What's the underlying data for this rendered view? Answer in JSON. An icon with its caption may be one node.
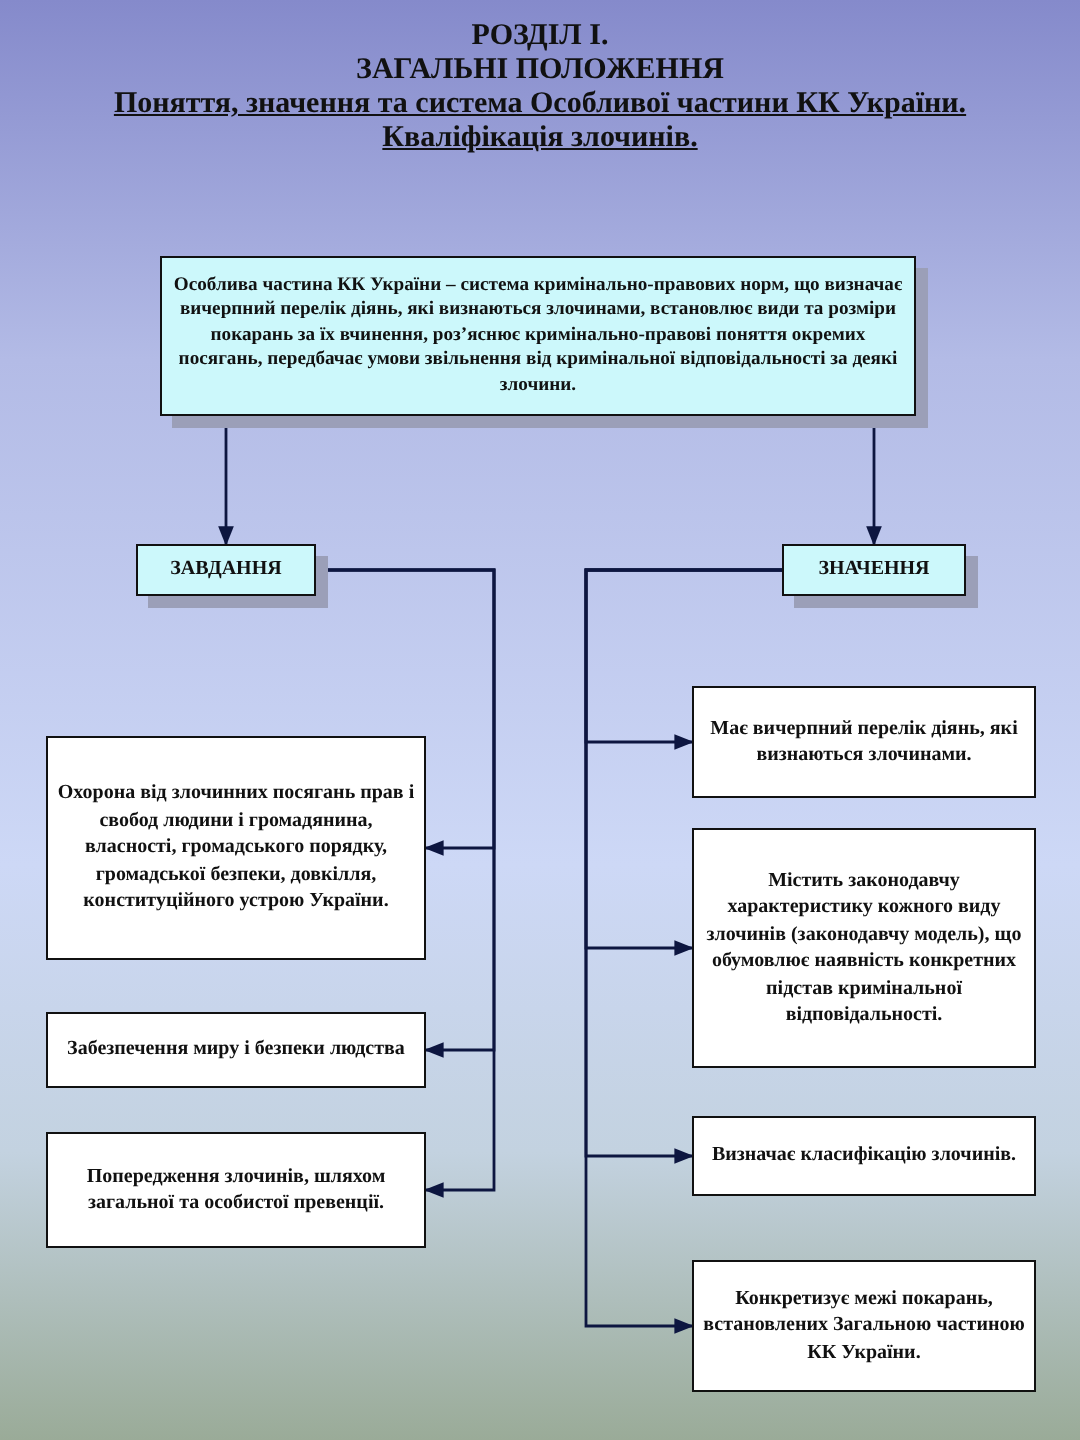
{
  "diagram": {
    "title": "РОЗДІЛ І. ЗАГАЛЬНІ ПОЛОЖЕННЯ",
    "nodes": [
      {
        "text": [
          "Особлива частина КК України – система кримінально-правових норм, що визначає вичерпний перелік діянь, які визнаються злочинами, встановлює види та розміри покарань за їх вчинення, роз’яснює кримінально-правові поняття окремих посягань, передбачає умови звільнення від кримінальної відповідальності за деякі злочини."
        ]
      },
      {
        "text": [
          "ЗАВДАННЯ"
        ]
      },
      {
        "text": [
          "ЗНАЧЕННЯ"
        ]
      },
      {
        "text": [
          "Охорона від злочинних посягань прав і свобод людини і громадянина, власності, громадського порядку, громадської безпеки, довкілля, конституційного устрою України."
        ]
      },
      {
        "text": [
          "Забезпечення миру і безпеки людства"
        ]
      },
      {
        "text": [
          "Попередження злочинів, шляхом загальної та особистої превенції."
        ]
      },
      {
        "text": [
          "Має вичерпний перелік діянь, які визнаються злочинами."
        ]
      },
      {
        "text": [
          "Містить законодавчу характеристику кожного виду злочинів (законодавчу модель), що обумовлює наявність конкретних підстав кримінальної відповідальності."
        ]
      },
      {
        "text": [
          "Визначає класифікацію злочинів."
        ]
      },
      {
        "text": [
          "Конкретизує межі покарань, встановлених Загальною частиною КК України."
        ]
      }
    ],
    "edges": [
      {
        "from": 0,
        "to": 1,
        "arrow": "to"
      },
      {
        "from": 0,
        "to": 2,
        "arrow": "to"
      },
      {
        "from": 1,
        "to": 3,
        "arrow": "to"
      },
      {
        "from": 1,
        "to": 4,
        "arrow": "to"
      },
      {
        "from": 1,
        "to": 5,
        "arrow": "to"
      },
      {
        "from": 2,
        "to": 6,
        "arrow": "to"
      },
      {
        "from": 2,
        "to": 7,
        "arrow": "to"
      },
      {
        "from": 2,
        "to": 8,
        "arrow": "to"
      },
      {
        "from": 2,
        "to": 9,
        "arrow": "to"
      }
    ],
    "labels": [
      "Поняття, значення та система Особливої частини КК України. Кваліфікація злочинів."
    ]
  }
}
